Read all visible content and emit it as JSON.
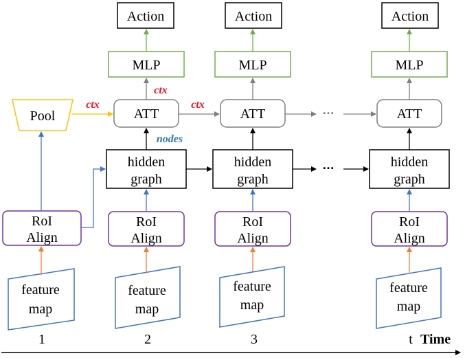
{
  "labels": {
    "action": "Action",
    "mlp": "MLP",
    "att": "ATT",
    "pool": "Pool",
    "hidden_1": "hidden",
    "hidden_2": "graph",
    "roi_1": "RoI",
    "roi_2": "Align",
    "feature_1": "feature",
    "feature_2": "map",
    "ctx": "ctx",
    "nodes": "nodes",
    "ellipsis": "…",
    "time": "Time"
  },
  "timesteps": [
    "1",
    "2",
    "3",
    "t"
  ],
  "colors": {
    "black": "#000000",
    "green": "#70ad47",
    "gray": "#7f7f7f",
    "blue": "#4472c4",
    "purple": "#7030a0",
    "orange": "#ed7d31",
    "yellow": "#ffc000",
    "red": "#e8132a",
    "nodes_blue": "#2e75b6"
  }
}
